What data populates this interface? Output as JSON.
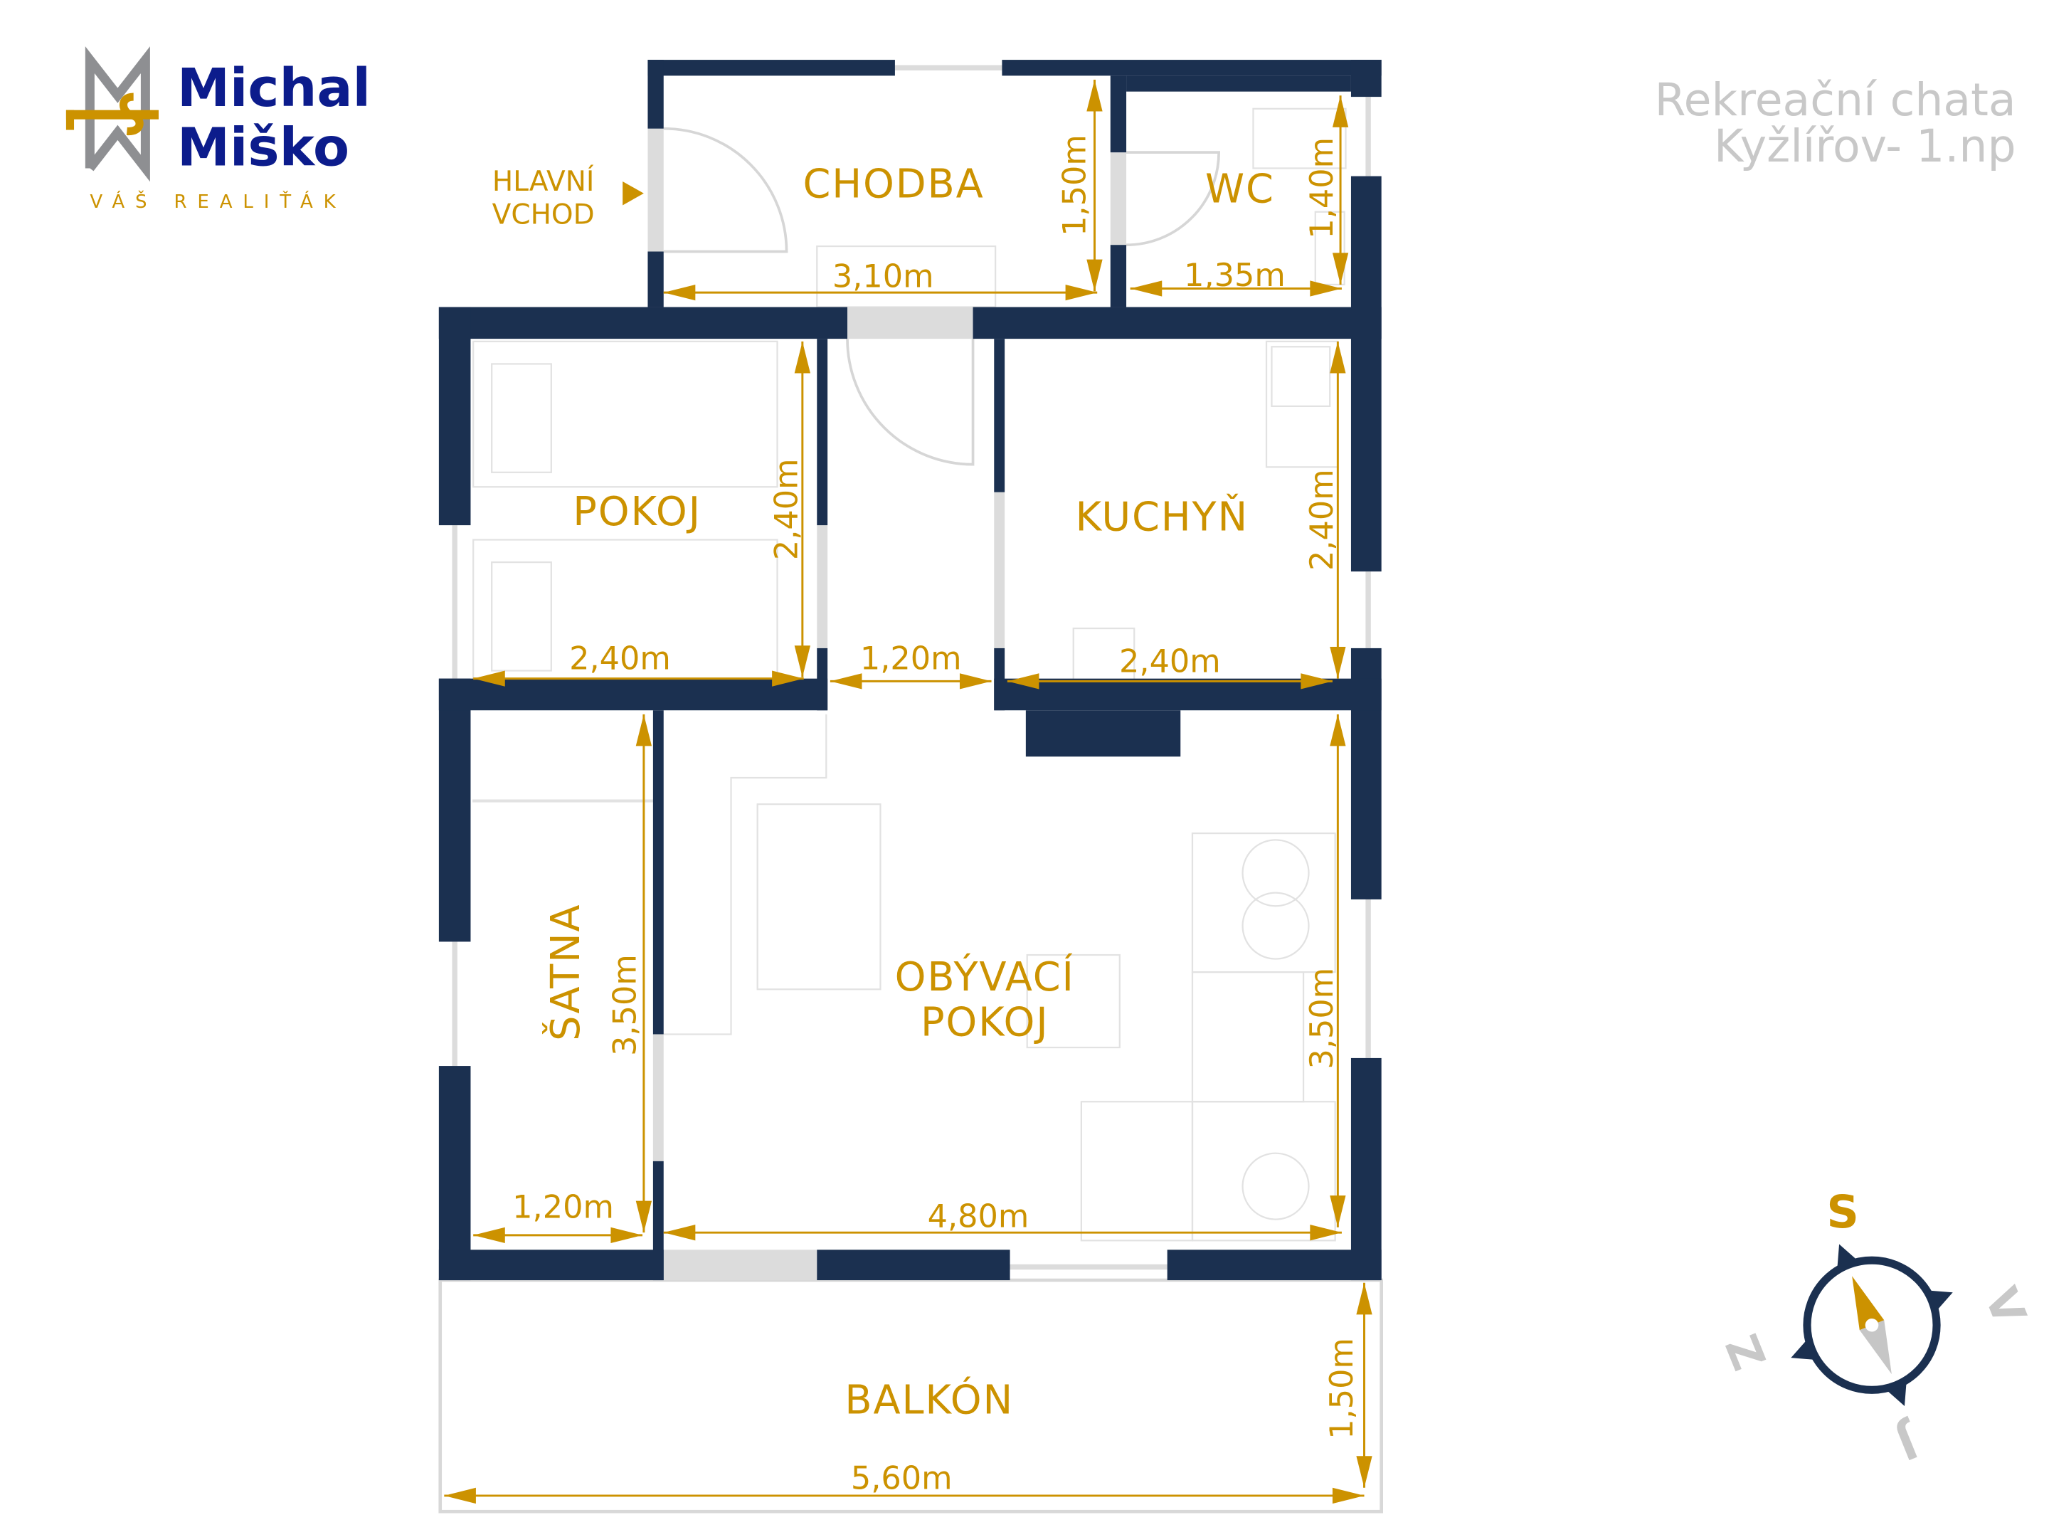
{
  "logo": {
    "line1": "Michal",
    "line2": "Miško",
    "tagline": "VÁŠ REALIŤÁK"
  },
  "title": {
    "line1": "Rekreační chata",
    "line2": "Kyžlířov- 1.np"
  },
  "entrance": {
    "line1": "HLAVNÍ",
    "line2": "VCHOD"
  },
  "rooms": {
    "chodba": "CHODBA",
    "wc": "WC",
    "pokoj": "POKOJ",
    "kuchyn": "KUCHYŇ",
    "obyvaci_1": "OBÝVACÍ",
    "obyvaci_2": "POKOJ",
    "satna": "ŠATNA",
    "balkon": "BALKÓN"
  },
  "dimensions": {
    "chodba_w": "3,10m",
    "chodba_h": "1,50m",
    "wc_w": "1,35m",
    "wc_h": "1,40m",
    "pokoj_w": "2,40m",
    "pokoj_h": "2,40m",
    "hall_w": "1,20m",
    "kuchyn_w": "2,40m",
    "kuchyn_h": "2,40m",
    "satna_w": "1,20m",
    "satna_h": "3,50m",
    "obyvaci_w": "4,80m",
    "obyvaci_h": "3,50m",
    "balkon_w": "5,60m",
    "balkon_h": "1,50m"
  },
  "compass": {
    "north": "S",
    "east": "V",
    "south": "J",
    "west": "Z"
  },
  "colors": {
    "wall": "#1b3050",
    "accent": "#cc9200",
    "brand": "#0c1c8c",
    "muted": "#c8c8c8"
  }
}
